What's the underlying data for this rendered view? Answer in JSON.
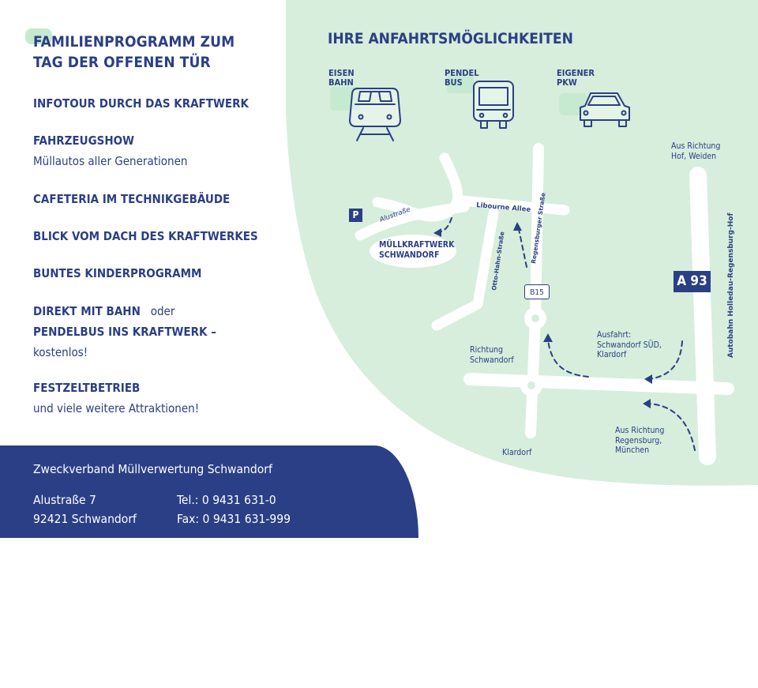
{
  "program": {
    "title_line1": "FAMILIENPROGRAMM ZUM",
    "title_line2": "TAG DER OFFENEN TÜR",
    "items": [
      {
        "heading": "INFOTOUR DURCH DAS KRAFTWERK"
      },
      {
        "heading": "FAHRZEUGSHOW",
        "sub": "Müllautos aller Generationen"
      },
      {
        "heading": "CAFETERIA IM TECHNIKGEBÄUDE"
      },
      {
        "heading": "BLICK VOM DACH DES KRAFTWERKES"
      },
      {
        "heading": "BUNTES KINDERPROGRAMM"
      },
      {
        "heading": "DIREKT MIT BAHN",
        "connector": "oder",
        "heading2": "PENDELBUS INS KRAFTWERK –",
        "sub": "kostenlos!"
      },
      {
        "heading": "FESTZELTBETRIEB",
        "sub": "und viele weitere Attraktionen!"
      }
    ]
  },
  "footer": {
    "org": "Zweckverband Müllverwertung Schwandorf",
    "street": "Alustraße 7",
    "city": "92421 Schwandorf",
    "tel": "Tel.: 0 9431 631-0",
    "fax": "Fax: 0 9431 631-999"
  },
  "directions": {
    "title": "IHRE ANFAHRTSMÖGLICHKEITEN",
    "transport": [
      {
        "line1": "EISEN",
        "line2": "BAHN",
        "icon": "train-icon"
      },
      {
        "line1": "PENDEL",
        "line2": "BUS",
        "icon": "bus-icon"
      },
      {
        "line1": "EIGENER",
        "line2": "PKW",
        "icon": "car-icon"
      }
    ]
  },
  "map": {
    "parking": "P",
    "alustrasse": "Alustraße",
    "libourne": "Libourne Allee",
    "regensburger": "Regensburger Straße",
    "otto_hahn": "Otto-Hahn-Straße",
    "plant_line1": "MÜLLKRAFTWERK",
    "plant_line2": "SCHWANDORF",
    "b15": "B15",
    "a93": "A 93",
    "autobahn": "Autobahn Holledau-Regensburg-Hof",
    "from_hof_line1": "Aus Richtung",
    "from_hof_line2": "Hof, Weiden",
    "richtung_line1": "Richtung",
    "richtung_line2": "Schwandorf",
    "exit_line1": "Ausfahrt:",
    "exit_line2": "Schwandorf SÜD,",
    "exit_line3": "Klardorf",
    "from_rgb_line1": "Aus Richtung",
    "from_rgb_line2": "Regensburg,",
    "from_rgb_line3": "München",
    "klardorf": "Klardorf"
  },
  "colors": {
    "navy": "#2a3f86",
    "map_green": "#d6eedb",
    "road": "#ffffff",
    "icon_bg": "#c6ead0"
  }
}
